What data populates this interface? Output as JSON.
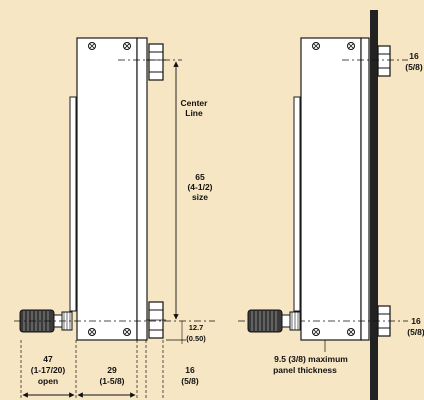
{
  "colors": {
    "background": "#f7e6c4",
    "outline": "#1a1a1a",
    "body_fill": "#ffffff",
    "panel": "#222222"
  },
  "labels": {
    "center_line": [
      "Center",
      "Line"
    ],
    "height": [
      "65",
      "(4-1/2)",
      "size"
    ],
    "bottom_offset": [
      "12.7",
      "(0.50)"
    ],
    "knob_open": [
      "47",
      "(1-17/20)",
      "open"
    ],
    "body_width": [
      "29",
      "(1-5/8)"
    ],
    "fitting_width": [
      "16",
      "(5/8)"
    ],
    "panel_thickness": [
      "9.5 (3/8) maximum",
      "panel thickness"
    ],
    "right_top": [
      "16",
      "(5/8)"
    ],
    "right_bottom": [
      "16",
      "(5/8)"
    ]
  }
}
